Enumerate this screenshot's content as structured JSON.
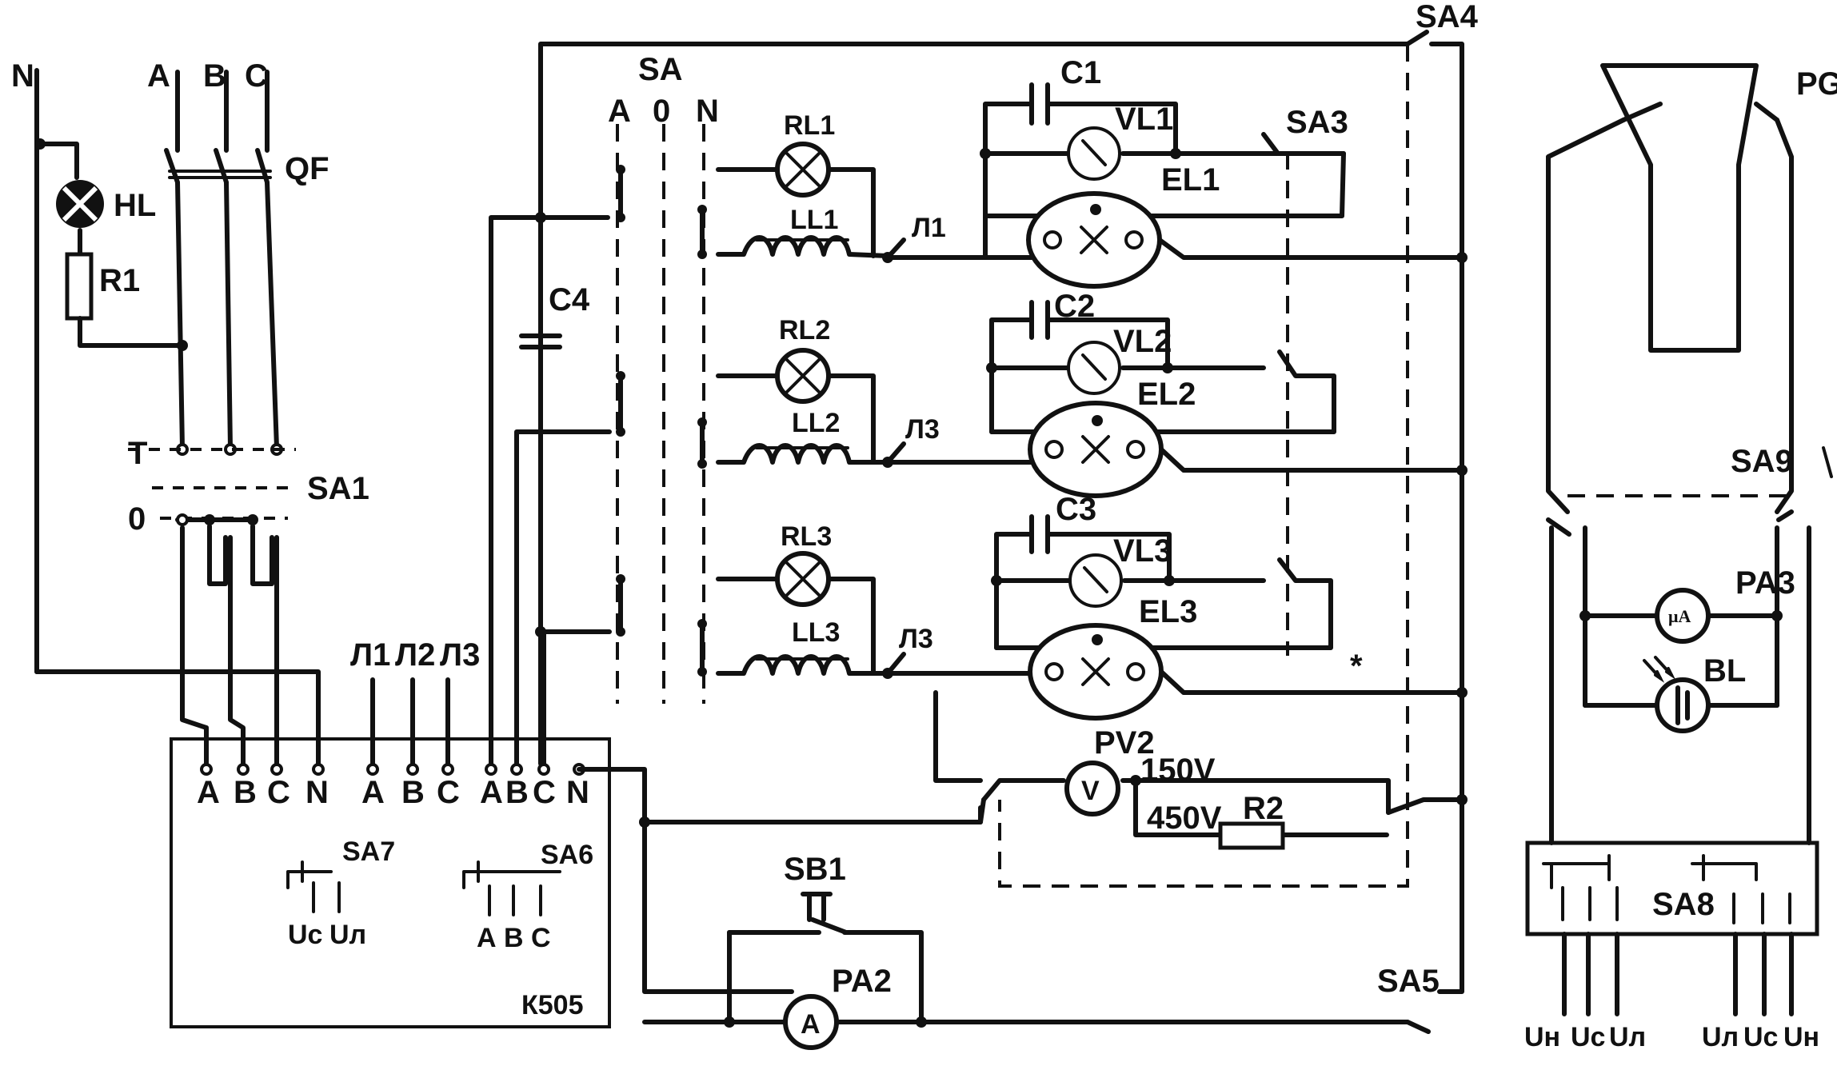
{
  "mains": {
    "neutral": "N",
    "phase_a": "A",
    "phase_b": "B",
    "phase_c": "C",
    "breaker": "QF"
  },
  "indicator": {
    "lamp": "HL",
    "resistor": "R1"
  },
  "switch_sa1": {
    "label": "SA1",
    "pos_t": "T",
    "pos_0": "0"
  },
  "line_labels": [
    "Л1",
    "Л2",
    "Л3"
  ],
  "k505": {
    "name": "К505",
    "terminals": [
      "A",
      "B",
      "C",
      "N",
      "A",
      "B",
      "C",
      "A",
      "B",
      "C",
      "N"
    ],
    "sa7": {
      "label": "SA7",
      "contacts": [
        "Uс",
        "Uл"
      ]
    },
    "sa6": {
      "label": "SA6",
      "contacts": [
        "A",
        "B",
        "C"
      ]
    }
  },
  "selector": {
    "label": "SA",
    "positions": [
      "A",
      "0",
      "N"
    ]
  },
  "capacitor_c4": "C4",
  "channels": [
    {
      "ref_lamp": "RL1",
      "inductor": "LL1",
      "node": "Л1",
      "capacitor": "C1",
      "glow": "VL1",
      "tube": "EL1"
    },
    {
      "ref_lamp": "RL2",
      "inductor": "LL2",
      "node": "Л3",
      "capacitor": "C2",
      "glow": "VL2",
      "tube": "EL2"
    },
    {
      "ref_lamp": "RL3",
      "inductor": "LL3",
      "node": "Л3",
      "capacitor": "C3",
      "glow": "VL3",
      "tube": "EL3"
    }
  ],
  "switches": {
    "sa3": "SA3",
    "sa4": "SA4",
    "sa5": "SA5",
    "asterisk": "*"
  },
  "voltmeter": {
    "ref": "PV2",
    "symbol": "V",
    "range_low": "150V",
    "range_high": "450V",
    "resistor": "R2"
  },
  "ammeter": {
    "button": "SB1",
    "ref": "PA2",
    "symbol": "A"
  },
  "photo_rig": {
    "bulb": "PG",
    "switch_sa9": "SA9",
    "microammeter": "PA3",
    "micro_symbol": "μA",
    "photocell": "BL",
    "switch_sa8": "SA8",
    "outputs_left": [
      "Uн",
      "Uс",
      "Uл"
    ],
    "outputs_right": [
      "Uл",
      "Uс",
      "Uн"
    ]
  }
}
